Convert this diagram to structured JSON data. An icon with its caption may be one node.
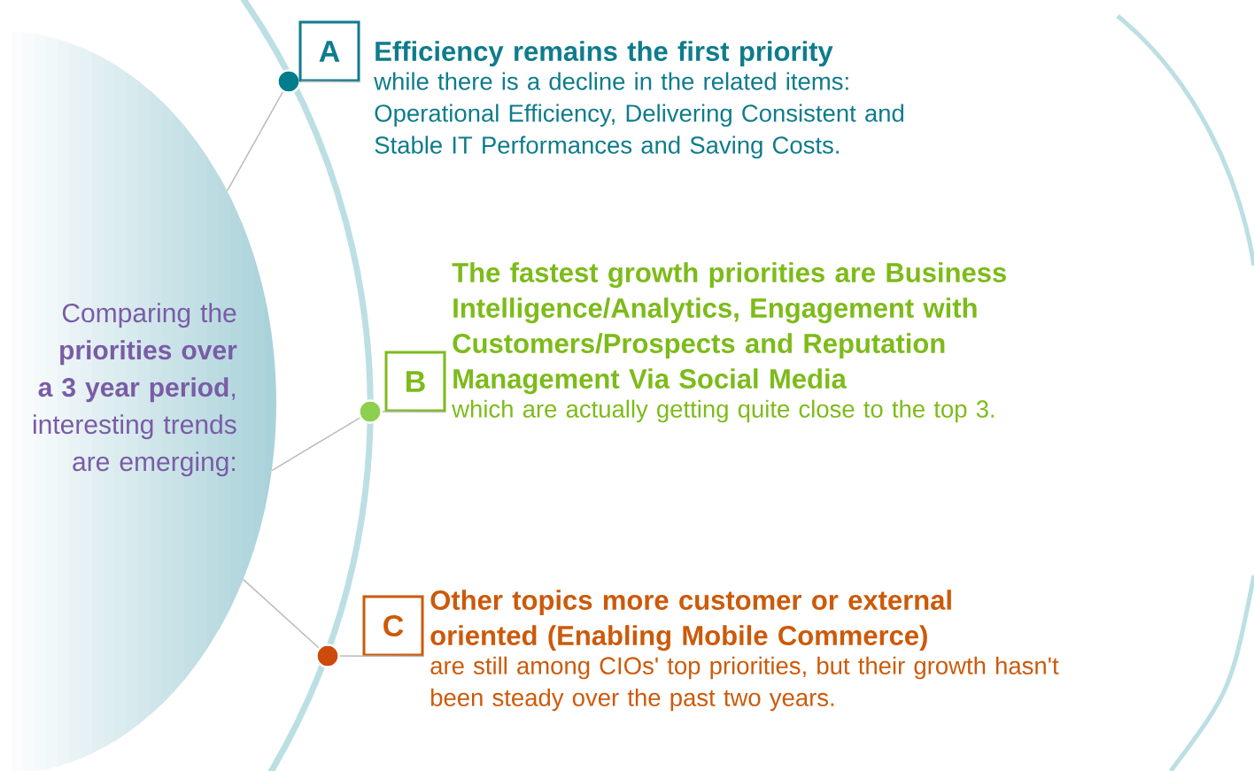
{
  "diagram": {
    "nodes": [
      {
        "text": [
          "Comparing the **priorities over a 3 year period**, interesting trends are emerging:"
        ]
      },
      {
        "text": [],
        "shape": "circle"
      },
      {
        "text": [
          "A"
        ],
        "beside": [
          "Efficiency remains the first priority",
          "while there is a decline in the related items: Operational Efficiency, Delivering Consistent and Stable IT Performances and Saving Costs."
        ]
      },
      {
        "text": [],
        "shape": "circle"
      },
      {
        "text": [
          "B"
        ],
        "beside": [
          "The fastest growth priorities are Business Intelligence/Analytics, Engagement with Customers/Prospects and Reputation Management Via Social Media",
          "which are actually getting quite close to the top 3."
        ]
      },
      {
        "text": [],
        "shape": "circle"
      },
      {
        "text": [
          "C"
        ],
        "beside": [
          "Other topics more customer or external oriented (Enabling Mobile Commerce)",
          "are still among CIOs' top priorities, but their growth hasn't been steady over the past two years."
        ]
      }
    ],
    "edges": [
      {
        "from": 0,
        "to": 1,
        "arrow": "none"
      },
      {
        "from": 1,
        "to": 2,
        "arrow": "none"
      },
      {
        "from": 0,
        "to": 3,
        "arrow": "none"
      },
      {
        "from": 3,
        "to": 4,
        "arrow": "none"
      },
      {
        "from": 0,
        "to": 5,
        "arrow": "none"
      },
      {
        "from": 5,
        "to": 6,
        "arrow": "none"
      }
    ]
  }
}
